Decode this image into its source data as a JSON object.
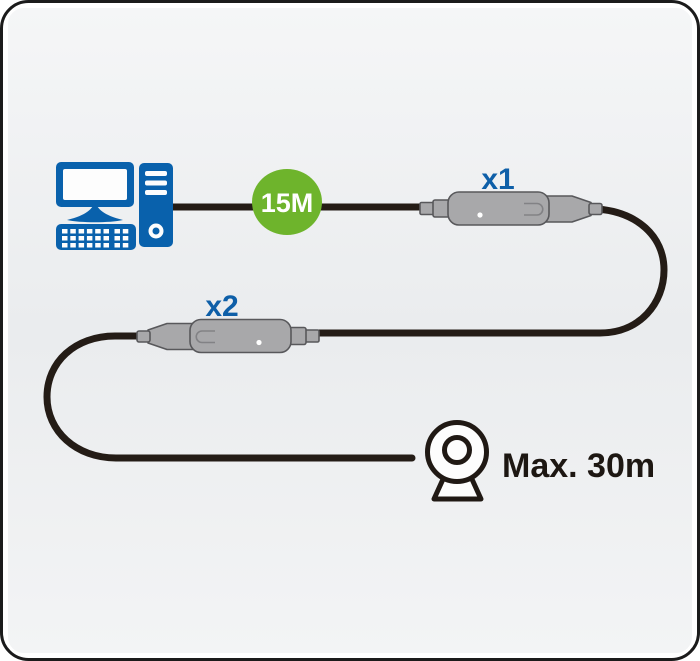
{
  "diagram": {
    "badge": {
      "label": "15M"
    },
    "repeater1_label": "x1",
    "repeater2_label": "x2",
    "max_length_label": "Max. 30m"
  },
  "icons": {
    "computer": "computer-icon",
    "webcam": "webcam-icon",
    "repeater": "usb-repeater-icon",
    "cable": "cable-line",
    "badge": "cable-length-badge"
  },
  "colors": {
    "brand_blue": "#0961ac",
    "label_blue": "#0e5fa8",
    "badge_green": "#6eb42c",
    "badge_text": "#ffffff",
    "cable_dark": "#241c16",
    "device_fill": "#a8a8aa",
    "device_stroke": "#58585b",
    "device_detail": "#828285",
    "outline_dark": "#201914",
    "text_dark": "#1d1712",
    "frame": "#1b1b1b",
    "panel_top": "#f5f6f7",
    "panel_mid": "#eaecee",
    "panel_bottom": "#f3f4f5"
  }
}
